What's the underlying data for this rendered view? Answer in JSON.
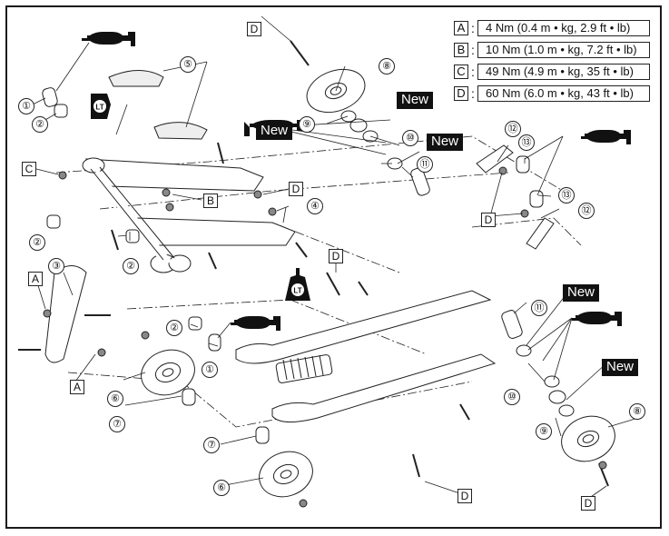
{
  "title": "Rear suspension exploded view",
  "torque_legend": [
    {
      "key": "A",
      "spec": "4 Nm (0.4 m • kg, 2.9 ft • lb)"
    },
    {
      "key": "B",
      "spec": "10 Nm (1.0 m • kg, 7.2 ft • lb)"
    },
    {
      "key": "C",
      "spec": "49 Nm (4.9 m • kg, 35 ft • lb)"
    },
    {
      "key": "D",
      "spec": "60 Nm (6.0 m • kg, 43 ft • lb)"
    }
  ],
  "part_callouts": [
    {
      "num": "①",
      "id": 1
    },
    {
      "num": "②",
      "id": 2
    },
    {
      "num": "②",
      "id": 2
    },
    {
      "num": "③",
      "id": 3
    },
    {
      "num": "②",
      "id": 2
    },
    {
      "num": "②",
      "id": 2
    },
    {
      "num": "①",
      "id": 1
    },
    {
      "num": "④",
      "id": 4
    },
    {
      "num": "⑤",
      "id": 5
    },
    {
      "num": "⑥",
      "id": 6
    },
    {
      "num": "⑦",
      "id": 7
    },
    {
      "num": "⑦",
      "id": 7
    },
    {
      "num": "⑥",
      "id": 6
    },
    {
      "num": "⑧",
      "id": 8
    },
    {
      "num": "⑨",
      "id": 9
    },
    {
      "num": "⑩",
      "id": 10
    },
    {
      "num": "⑪",
      "id": 11
    },
    {
      "num": "⑫",
      "id": 12
    },
    {
      "num": "⑬",
      "id": 13
    },
    {
      "num": "⑬",
      "id": 13
    },
    {
      "num": "⑫",
      "id": 12
    },
    {
      "num": "⑪",
      "id": 11
    },
    {
      "num": "⑩",
      "id": 10
    },
    {
      "num": "⑨",
      "id": 9
    },
    {
      "num": "⑧",
      "id": 8
    }
  ],
  "torque_tags": [
    "D",
    "C",
    "B",
    "D",
    "D",
    "D",
    "A",
    "A",
    "D",
    "D"
  ],
  "new_badges": [
    "New",
    "New",
    "New",
    "New",
    "New"
  ],
  "lt_badges": [
    "LT",
    "LT"
  ],
  "symbols": {
    "grease_gun": "grease-gun-icon",
    "locktite": "lt-thread-locker-icon",
    "new_part": "new-part-badge"
  }
}
